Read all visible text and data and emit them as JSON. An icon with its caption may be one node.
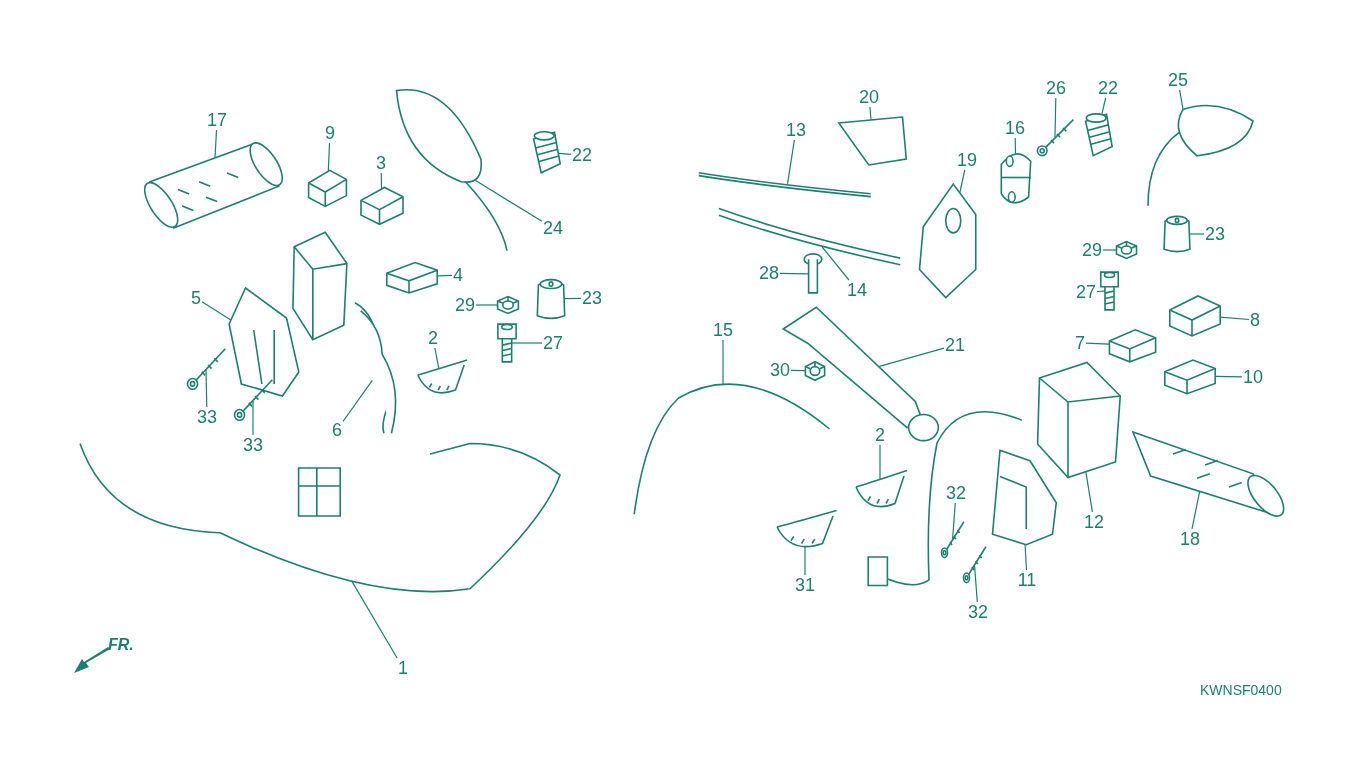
{
  "diagram": {
    "nodes": [
      {
        "text": [
          "17"
        ]
      },
      {
        "text": [],
        "shape": "picture"
      },
      {
        "text": [
          "9"
        ]
      },
      {
        "text": [],
        "shape": "picture"
      },
      {
        "text": [
          "3"
        ]
      },
      {
        "text": [],
        "shape": "picture"
      },
      {
        "text": [
          "24"
        ]
      },
      {
        "text": [],
        "shape": "picture"
      },
      {
        "text": [
          "22"
        ]
      },
      {
        "text": [],
        "shape": "picture"
      },
      {
        "text": [
          "4"
        ]
      },
      {
        "text": [],
        "shape": "picture"
      },
      {
        "text": [
          "5"
        ]
      },
      {
        "text": [],
        "shape": "picture"
      },
      {
        "text": [
          "29"
        ]
      },
      {
        "text": [],
        "shape": "picture"
      },
      {
        "text": [
          "23"
        ]
      },
      {
        "text": [],
        "shape": "picture"
      },
      {
        "text": [
          "27"
        ]
      },
      {
        "text": [],
        "shape": "picture"
      },
      {
        "text": [
          "2"
        ]
      },
      {
        "text": [],
        "shape": "picture"
      },
      {
        "text": [
          "33"
        ]
      },
      {
        "text": [],
        "shape": "picture"
      },
      {
        "text": [
          "33"
        ]
      },
      {
        "text": [],
        "shape": "picture"
      },
      {
        "text": [
          "6"
        ]
      },
      {
        "text": [],
        "shape": "picture"
      },
      {
        "text": [
          "1"
        ]
      },
      {
        "text": [],
        "shape": "picture"
      },
      {
        "text": [
          "13"
        ]
      },
      {
        "text": [],
        "shape": "picture"
      },
      {
        "text": [
          "14"
        ]
      },
      {
        "text": [],
        "shape": "picture"
      },
      {
        "text": [
          "20"
        ]
      },
      {
        "text": [],
        "shape": "picture"
      },
      {
        "text": [
          "28"
        ]
      },
      {
        "text": [],
        "shape": "picture"
      },
      {
        "text": [
          "15"
        ]
      },
      {
        "text": [],
        "shape": "picture"
      },
      {
        "text": [
          "30"
        ]
      },
      {
        "text": [],
        "shape": "picture"
      },
      {
        "text": [
          "21"
        ]
      },
      {
        "text": [],
        "shape": "picture"
      },
      {
        "text": [
          "2"
        ]
      },
      {
        "text": [],
        "shape": "picture"
      },
      {
        "text": [
          "31"
        ]
      },
      {
        "text": [],
        "shape": "picture"
      },
      {
        "text": [
          "19"
        ]
      },
      {
        "text": [],
        "shape": "picture"
      },
      {
        "text": [
          "16"
        ]
      },
      {
        "text": [],
        "shape": "picture"
      },
      {
        "text": [
          "26"
        ]
      },
      {
        "text": [],
        "shape": "picture"
      },
      {
        "text": [
          "22"
        ]
      },
      {
        "text": [],
        "shape": "picture"
      },
      {
        "text": [
          "25"
        ]
      },
      {
        "text": [],
        "shape": "picture"
      },
      {
        "text": [
          "29"
        ]
      },
      {
        "text": [],
        "shape": "picture"
      },
      {
        "text": [
          "23"
        ]
      },
      {
        "text": [],
        "shape": "picture"
      },
      {
        "text": [
          "27"
        ]
      },
      {
        "text": [],
        "shape": "picture"
      },
      {
        "text": [
          "8"
        ]
      },
      {
        "text": [],
        "shape": "picture"
      },
      {
        "text": [
          "7"
        ]
      },
      {
        "text": [],
        "shape": "picture"
      },
      {
        "text": [
          "10"
        ]
      },
      {
        "text": [],
        "shape": "picture"
      },
      {
        "text": [
          "12"
        ]
      },
      {
        "text": [],
        "shape": "picture"
      },
      {
        "text": [
          "18"
        ]
      },
      {
        "text": [],
        "shape": "picture"
      },
      {
        "text": [
          "11"
        ]
      },
      {
        "text": [],
        "shape": "picture"
      },
      {
        "text": [
          "32"
        ]
      },
      {
        "text": [],
        "shape": "picture"
      },
      {
        "text": [
          "32"
        ]
      },
      {
        "text": [],
        "shape": "picture"
      }
    ],
    "edges": [
      {
        "from": 0,
        "to": 1,
        "arrow": "none"
      },
      {
        "from": 2,
        "to": 3,
        "arrow": "none"
      },
      {
        "from": 4,
        "to": 5,
        "arrow": "none"
      },
      {
        "from": 6,
        "to": 7,
        "arrow": "none"
      },
      {
        "from": 8,
        "to": 9,
        "arrow": "none"
      },
      {
        "from": 10,
        "to": 11,
        "arrow": "none"
      },
      {
        "from": 12,
        "to": 13,
        "arrow": "none"
      },
      {
        "from": 14,
        "to": 15,
        "arrow": "none"
      },
      {
        "from": 16,
        "to": 17,
        "arrow": "none"
      },
      {
        "from": 18,
        "to": 19,
        "arrow": "none"
      },
      {
        "from": 20,
        "to": 21,
        "arrow": "none"
      },
      {
        "from": 22,
        "to": 23,
        "arrow": "none"
      },
      {
        "from": 24,
        "to": 25,
        "arrow": "none"
      },
      {
        "from": 26,
        "to": 27,
        "arrow": "none"
      },
      {
        "from": 28,
        "to": 29,
        "arrow": "none"
      },
      {
        "from": 30,
        "to": 31,
        "arrow": "none"
      },
      {
        "from": 32,
        "to": 33,
        "arrow": "none"
      },
      {
        "from": 34,
        "to": 35,
        "arrow": "none"
      },
      {
        "from": 36,
        "to": 37,
        "arrow": "none"
      },
      {
        "from": 38,
        "to": 39,
        "arrow": "none"
      },
      {
        "from": 40,
        "to": 41,
        "arrow": "none"
      },
      {
        "from": 42,
        "to": 43,
        "arrow": "none"
      },
      {
        "from": 44,
        "to": 45,
        "arrow": "none"
      },
      {
        "from": 46,
        "to": 47,
        "arrow": "none"
      },
      {
        "from": 48,
        "to": 49,
        "arrow": "none"
      },
      {
        "from": 50,
        "to": 51,
        "arrow": "none"
      },
      {
        "from": 52,
        "to": 53,
        "arrow": "none"
      },
      {
        "from": 54,
        "to": 55,
        "arrow": "none"
      },
      {
        "from": 56,
        "to": 57,
        "arrow": "none"
      },
      {
        "from": 58,
        "to": 59,
        "arrow": "none"
      },
      {
        "from": 60,
        "to": 61,
        "arrow": "none"
      },
      {
        "from": 62,
        "to": 63,
        "arrow": "none"
      },
      {
        "from": 64,
        "to": 65,
        "arrow": "none"
      },
      {
        "from": 66,
        "to": 67,
        "arrow": "none"
      },
      {
        "from": 68,
        "to": 69,
        "arrow": "none"
      },
      {
        "from": 70,
        "to": 71,
        "arrow": "none"
      },
      {
        "from": 72,
        "to": 73,
        "arrow": "none"
      },
      {
        "from": 74,
        "to": 75,
        "arrow": "none"
      },
      {
        "from": 76,
        "to": 77,
        "arrow": "none"
      },
      {
        "from": 78,
        "to": 79,
        "arrow": "none"
      }
    ],
    "labels": [
      "FR.",
      "KWNSF0400"
    ]
  }
}
